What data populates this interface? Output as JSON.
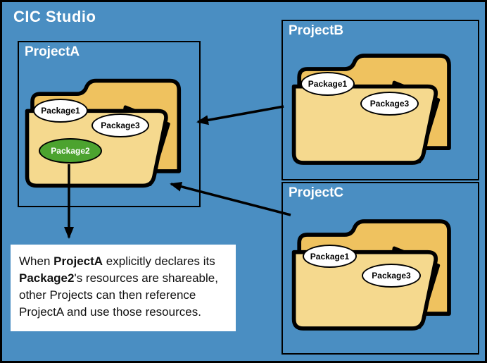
{
  "title": "CIC Studio",
  "colors": {
    "background": "#4A8EC2",
    "folder_front": "#F5D98E",
    "folder_back": "#EFC25F",
    "paper": "#E6E6E6",
    "package_green": "#4CA32F",
    "outline": "#000000"
  },
  "projects": {
    "a": {
      "label": "ProjectA",
      "packages": {
        "p1": "Package1",
        "p3": "Package3",
        "p2": "Package2"
      }
    },
    "b": {
      "label": "ProjectB",
      "packages": {
        "p1": "Package1",
        "p3": "Package3"
      }
    },
    "c": {
      "label": "ProjectC",
      "packages": {
        "p1": "Package1",
        "p3": "Package3"
      }
    }
  },
  "note": {
    "part1": "When ",
    "bold1": "ProjectA",
    "part2": " explicitly declares its ",
    "bold2": "Package2",
    "part3": "'s resources are shareable, other Projects can then reference ProjectA and use those resources."
  }
}
